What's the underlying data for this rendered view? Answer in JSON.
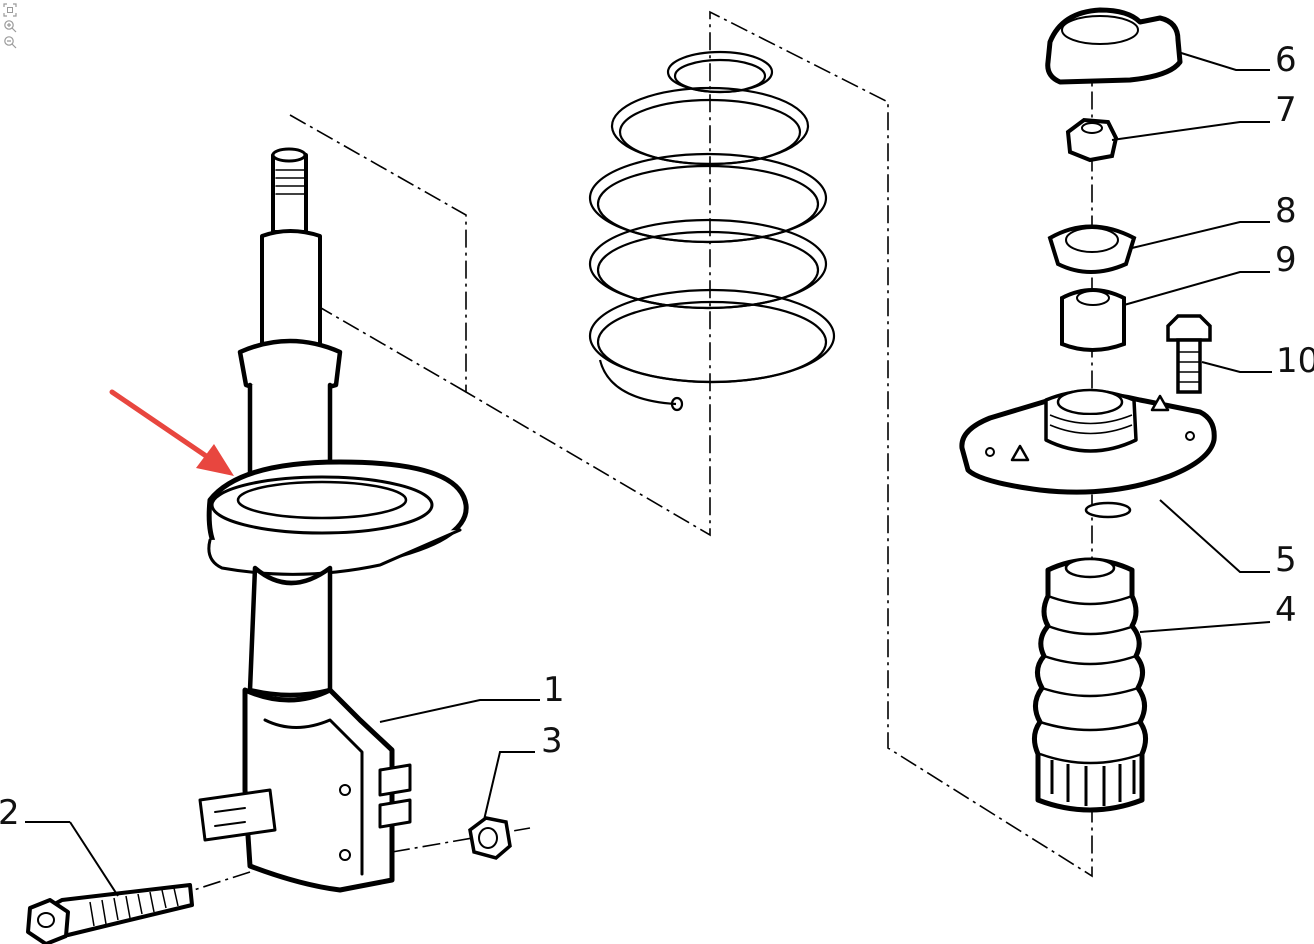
{
  "toolbar": {
    "items": [
      {
        "icon": "fit-to-screen-icon"
      },
      {
        "icon": "zoom-in-icon"
      },
      {
        "icon": "zoom-out-icon"
      }
    ]
  },
  "diagram": {
    "callouts": [
      {
        "id": "callout-1",
        "label": "1"
      },
      {
        "id": "callout-2",
        "label": "2"
      },
      {
        "id": "callout-3",
        "label": "3"
      },
      {
        "id": "callout-4",
        "label": "4"
      },
      {
        "id": "callout-5",
        "label": "5"
      },
      {
        "id": "callout-6",
        "label": "6"
      },
      {
        "id": "callout-7",
        "label": "7"
      },
      {
        "id": "callout-8",
        "label": "8"
      },
      {
        "id": "callout-9",
        "label": "9"
      },
      {
        "id": "callout-10",
        "label": "10"
      }
    ],
    "highlight_arrow_color": "#e8463f",
    "line_color": "#000000"
  }
}
